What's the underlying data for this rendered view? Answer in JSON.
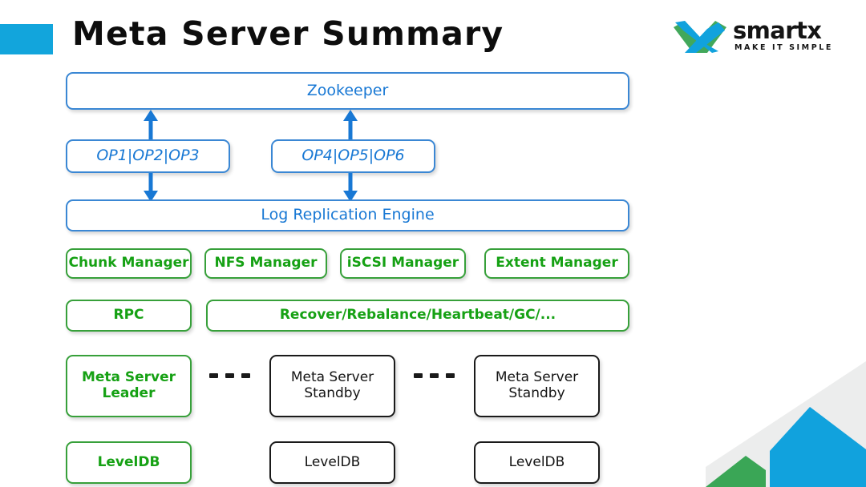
{
  "header": {
    "title": "Meta Server Summary",
    "accent_color": "#12a5dc"
  },
  "logo": {
    "wordmark": "smartx",
    "tagline": "MAKE IT SIMPLE",
    "mark_green": "#42a85b",
    "mark_blue": "#11a2dd"
  },
  "diagram": {
    "colors": {
      "blue_border": "#3a87d4",
      "blue_text": "#1878d4",
      "green_border": "#37a03a",
      "green_text": "#16a114",
      "black_border": "#1a1a1a",
      "black_text": "#141414"
    },
    "zookeeper": {
      "label": "Zookeeper"
    },
    "op_groups": [
      {
        "label": "OP1|OP2|OP3"
      },
      {
        "label": "OP4|OP5|OP6"
      }
    ],
    "log_engine": {
      "label": "Log Replication Engine"
    },
    "managers": [
      {
        "label": "Chunk Manager"
      },
      {
        "label": "NFS Manager"
      },
      {
        "label": "iSCSI Manager"
      },
      {
        "label": "Extent Manager"
      }
    ],
    "services": [
      {
        "label": "RPC"
      },
      {
        "label": "Recover/Rebalance/Heartbeat/GC/..."
      }
    ],
    "meta_servers": [
      {
        "line1": "Meta Server",
        "line2": "Leader",
        "style": "green"
      },
      {
        "line1": "Meta Server",
        "line2": "Standby",
        "style": "black"
      },
      {
        "line1": "Meta Server",
        "line2": "Standby",
        "style": "black"
      }
    ],
    "databases": [
      {
        "label": "LevelDB",
        "style": "green"
      },
      {
        "label": "LevelDB",
        "style": "black"
      },
      {
        "label": "LevelDB",
        "style": "black"
      }
    ],
    "separator": "- - -"
  }
}
